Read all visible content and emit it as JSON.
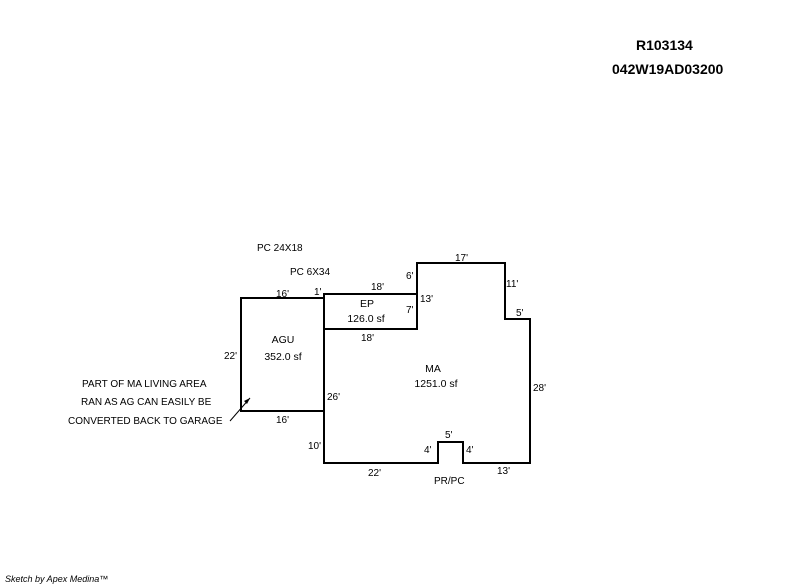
{
  "header": {
    "parcel_id": "R103134",
    "account_id": "042W19AD03200"
  },
  "footer": {
    "credit": "Sketch by Apex Medina™"
  },
  "sketch": {
    "notes": {
      "pc_24x18": "PC 24X18",
      "pc_6x34": "PC 6X34",
      "part_line1": "PART OF MA LIVING AREA",
      "part_line2": "RAN AS AG CAN EASILY BE",
      "part_line3": "CONVERTED BACK TO GARAGE",
      "pr_pc": "PR/PC"
    },
    "areas": {
      "agu_name": "AGU",
      "agu_sf": "352.0 sf",
      "ep_name": "EP",
      "ep_sf": "126.0 sf",
      "ma_name": "MA",
      "ma_sf": "1251.0 sf"
    },
    "dims": {
      "agu_top": "16'",
      "gap_top": "1'",
      "agu_left": "22'",
      "agu_bottom": "16'",
      "ep_top": "18'",
      "ep_bottom": "18'",
      "ep_right": "7'",
      "ma_notch_left": "6'",
      "ma_top": "17'",
      "ma_right_upper": "11'",
      "ma_step": "5'",
      "ma_right": "28'",
      "ma_mid_left": "13'",
      "ma_left": "26'",
      "ma_left_lower": "10'",
      "ma_bottom_left": "22'",
      "porch_left": "4'",
      "porch_top": "5'",
      "porch_right": "4'",
      "ma_bottom_right": "13'"
    }
  }
}
